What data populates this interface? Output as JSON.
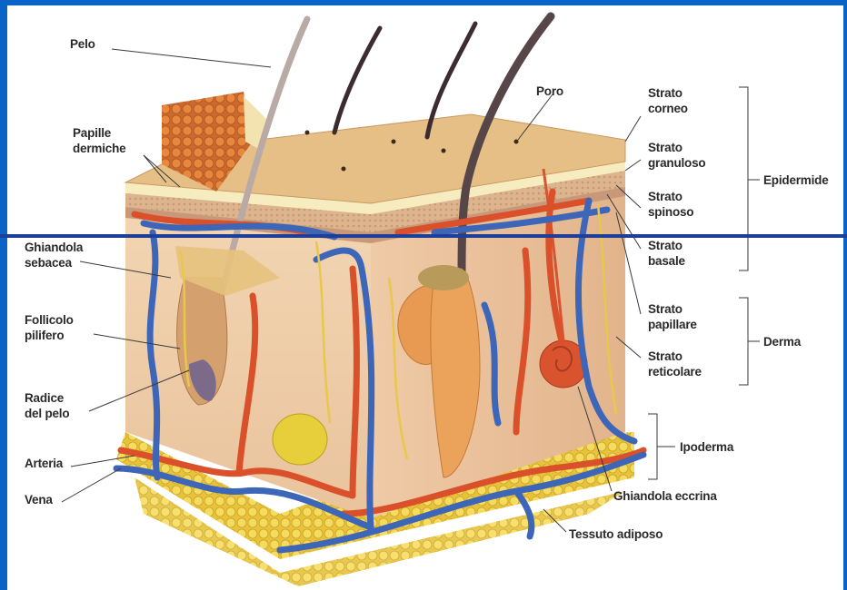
{
  "labels": {
    "pelo": "Pelo",
    "papille": [
      "Papille",
      "dermiche"
    ],
    "ghiandola_sebacea": [
      "Ghiandola",
      "sebacea"
    ],
    "follicolo": [
      "Follicolo",
      "pilifero"
    ],
    "radice": [
      "Radice",
      "del pelo"
    ],
    "arteria": "Arteria",
    "vena": "Vena",
    "poro": "Poro",
    "strato_corneo": [
      "Strato",
      "corneo"
    ],
    "strato_granuloso": [
      "Strato",
      "granuloso"
    ],
    "strato_spinoso": [
      "Strato",
      "spinoso"
    ],
    "strato_basale": [
      "Strato",
      "basale"
    ],
    "strato_papillare": [
      "Strato",
      "papillare"
    ],
    "strato_reticolare": [
      "Strato",
      "reticolare"
    ],
    "epidermide": "Epidermide",
    "derma": "Derma",
    "ipoderma": "Ipoderma",
    "ghiandola_eccrina": "Ghiandola eccrina",
    "tessuto_adiposo": "Tessuto adiposo"
  },
  "colors": {
    "frame": "#0a64c8",
    "divider": "#1d3f9a",
    "epidermis": "#e8c38f",
    "dermis": "#f0cda8",
    "fat": "#f2d24a",
    "artery": "#d9502a",
    "vein": "#3d66b8",
    "hair": "#4a3a3a"
  }
}
